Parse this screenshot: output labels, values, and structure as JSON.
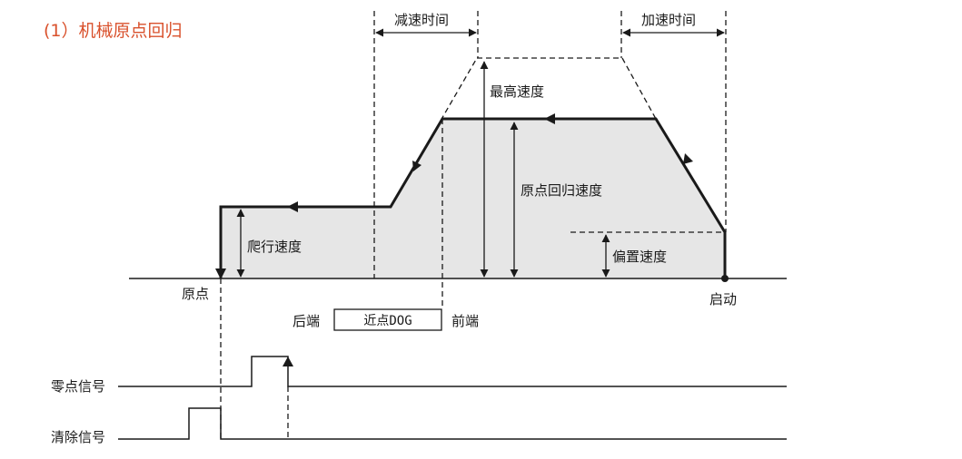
{
  "title": "(1）机械原点回归",
  "labels": {
    "decel_time": "减速时间",
    "accel_time": "加速时间",
    "max_speed": "最高速度",
    "home_speed": "原点回归速度",
    "creep_speed": "爬行速度",
    "bias_speed": "偏置速度",
    "origin": "原点",
    "start": "启动",
    "rear_end": "后端",
    "front_end": "前端",
    "dog": "近点DOG",
    "zero_signal": "零点信号",
    "clear_signal": "清除信号"
  },
  "colors": {
    "title": "#d9512c",
    "line": "#1a1a1a",
    "fill": "#e6e6e6"
  }
}
